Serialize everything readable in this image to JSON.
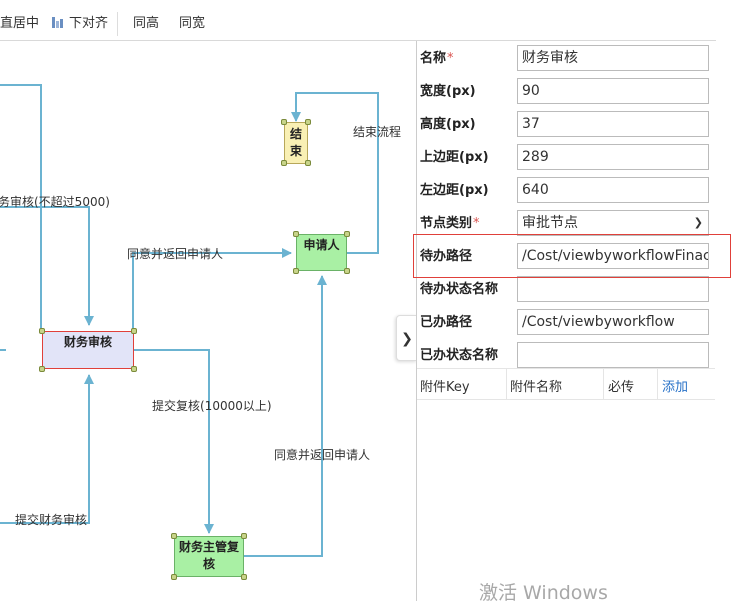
{
  "toolbar": {
    "items": [
      {
        "label": "直居中"
      },
      {
        "label": "下对齐",
        "icon": "align-bottom-icon"
      },
      {
        "label": "同高"
      },
      {
        "label": "同宽"
      }
    ]
  },
  "flow": {
    "nodes": {
      "end": {
        "label": "结束"
      },
      "applicant": {
        "label": "申请人"
      },
      "finance_review": {
        "label": "财务审核"
      },
      "finance_supervisor": {
        "label": "财务主管复核"
      }
    },
    "edges": {
      "end_flow": "结束流程",
      "approve_return_top": "同意并返回申请人",
      "under_5000": "务审核(不超过5000)",
      "submit_review": "提交复核(10000以上)",
      "approve_return_right": "同意并返回申请人",
      "submit_finance": "提交财务审核"
    },
    "colors": {
      "edge": "#6bb3d1",
      "node_green": "#a9f0a4",
      "node_yellow": "#f9f0b4",
      "node_blue": "#e2e4f8",
      "selected_border": "#e0403a"
    }
  },
  "properties": {
    "name_label": "名称",
    "name_value": "财务审核",
    "width_label": "宽度(px)",
    "width_value": "90",
    "height_label": "高度(px)",
    "height_value": "37",
    "top_label": "上边距(px)",
    "top_value": "289",
    "left_label": "左边距(px)",
    "left_value": "640",
    "node_type_label": "节点类别",
    "node_type_value": "审批节点",
    "todo_path_label": "待办路径",
    "todo_path_value": "/Cost/viewbyworkflowFinace",
    "todo_status_label": "待办状态名称",
    "todo_status_value": "",
    "done_path_label": "已办路径",
    "done_path_value": "/Cost/viewbyworkflow",
    "done_status_label": "已办状态名称",
    "done_status_value": ""
  },
  "attachments": {
    "col_key": "附件Key",
    "col_name": "附件名称",
    "col_required": "必传",
    "add_link": "添加"
  },
  "watermark": "激活 Windows"
}
